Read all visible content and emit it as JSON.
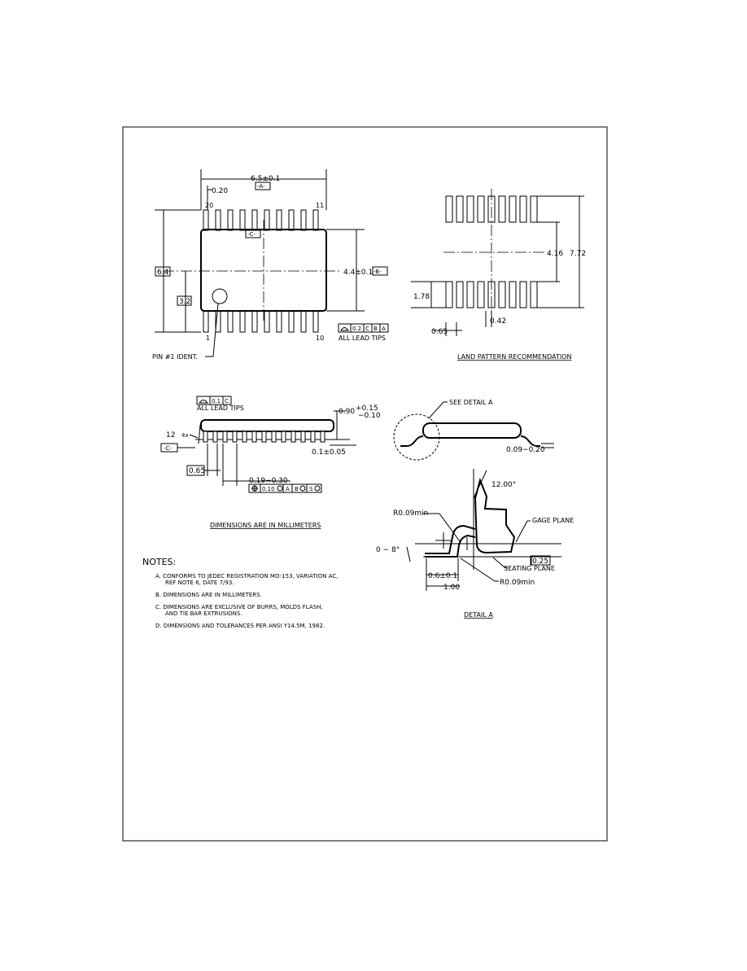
{
  "top_view": {
    "width_dim": "6.5±0.1",
    "datum_a": "-A-",
    "lead_offset": "0.20",
    "pin_20": "20",
    "pin_11": "11",
    "pin_1": "1",
    "pin_10": "10",
    "datum_c": "-C-",
    "overall_width": "6.4",
    "half_width": "3.2",
    "body_width": "4.4±0.1",
    "datum_b": "-B-",
    "tolerance": "0.2",
    "ref_c": "C",
    "ref_b": "B",
    "ref_a": "A",
    "lead_tips_note": "ALL LEAD TIPS",
    "pin1_label": "PIN #1 IDENT."
  },
  "land_pattern": {
    "dim_416": "4.16",
    "dim_772": "7.72",
    "dim_178": "1.78",
    "dim_042": "0.42",
    "dim_065": "0.65",
    "caption": "LAND PATTERN RECOMMENDATION"
  },
  "side_view": {
    "flatness_tol": "0.1",
    "flatness_ref": "C",
    "lead_tips_note": "ALL LEAD TIPS",
    "height_dim": "0.90",
    "height_plus": "+0.15",
    "height_minus": "−0.10",
    "angle": "12",
    "angle_mult": "4x",
    "datum_c": "-C-",
    "standoff": "0.1±0.05",
    "pitch": "0.65",
    "lead_width": "0.19−0.30",
    "pos_tol": "0.10",
    "ref_a": "A",
    "mmc": "B",
    "mmc2": "S",
    "caption": "DIMENSIONS ARE IN MILLIMETERS"
  },
  "profile_view": {
    "see_detail": "SEE DETAIL A",
    "thickness": "0.09−0.20"
  },
  "detail_a": {
    "angle_12": "12.00°",
    "r1": "R0.09min",
    "gage": "GAGE PLANE",
    "angle_range": "0 − 8°",
    "dim_025": "0.25",
    "seating": "SEATING PLANE",
    "dim_06": "0.6±0.1",
    "r2": "R0.09min",
    "dim_100": "1.00",
    "caption": "DETAIL A"
  },
  "notes": {
    "heading": "NOTES:",
    "items": [
      "A. CONFORMS TO JEDEC REGISTRATION MO-153, VARIATION AC,",
      "REF NOTE 6, DATE 7/93.",
      "B. DIMENSIONS ARE IN MILLIMETERS.",
      "C. DIMENSIONS ARE EXCLUSIVE OF BURRS, MOLDS FLASH,",
      "AND TIE BAR EXTRUSIONS.",
      "D. DIMENSIONS AND TOLERANCES PER ANSI Y14.5M, 1982."
    ]
  }
}
